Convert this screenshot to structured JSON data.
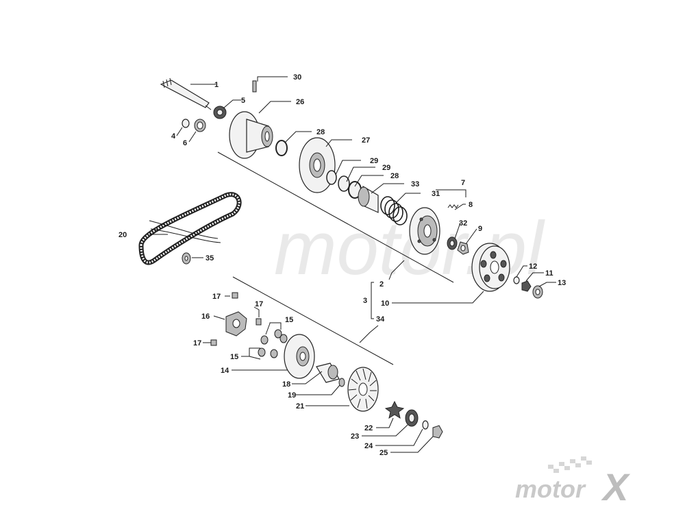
{
  "labels": {
    "l1": "1",
    "l2": "2",
    "l3": "3",
    "l4": "4",
    "l5": "5",
    "l6": "6",
    "l7": "7",
    "l8": "8",
    "l9": "9",
    "l10": "10",
    "l11": "11",
    "l12": "12",
    "l13": "13",
    "l14": "14",
    "l15a": "15",
    "l15b": "15",
    "l16": "16",
    "l17a": "17",
    "l17b": "17",
    "l17c": "17",
    "l18": "18",
    "l19": "19",
    "l20": "20",
    "l21": "21",
    "l22": "22",
    "l23": "23",
    "l24": "24",
    "l25": "25",
    "l26": "26",
    "l27": "27",
    "l28a": "28",
    "l28b": "28",
    "l29a": "29",
    "l29b": "29",
    "l30": "30",
    "l31": "31",
    "l32": "32",
    "l33": "33",
    "l34": "34",
    "l35": "35"
  },
  "watermark": "motor.pl",
  "logo": {
    "text": "motor",
    "mark": "X"
  },
  "colors": {
    "ink": "#1a1a1a",
    "watermark": "#e9e9e9",
    "logo": "#c9c9c9"
  }
}
